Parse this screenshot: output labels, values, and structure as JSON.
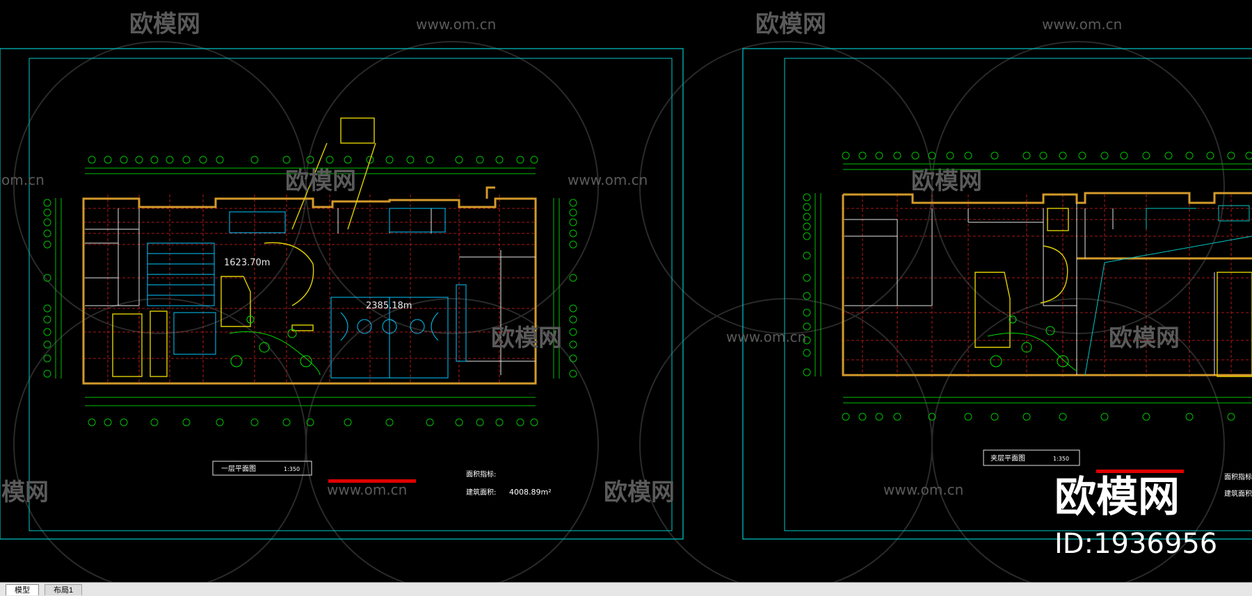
{
  "watermark": {
    "brand": "欧模网",
    "url": "www.om.cn",
    "url_partial": "om.cn",
    "brand_partial": "模网"
  },
  "badge": {
    "brand": "欧模网",
    "id": "ID:1936956"
  },
  "sheet_left": {
    "title": "一层平面图",
    "scale": "1:350",
    "area_label_1": "面积指标:",
    "area_label_2": "建筑面积:",
    "area_value": "4008.89m²",
    "room_area_1": "1623.70m",
    "room_area_2": "2385.18m"
  },
  "sheet_right": {
    "title": "夹层平面图",
    "scale": "1:350",
    "area_label_1": "面积指标",
    "area_label_2": "建筑面积"
  },
  "tabs": [
    {
      "label": "模型",
      "active": true
    },
    {
      "label": "布局1",
      "active": false
    }
  ],
  "colors": {
    "background": "#000000",
    "frame": "#00c8c8",
    "wall": "#d49a2a",
    "grid": "#e02020",
    "axis": "#00c000",
    "furniture": "#00c8ff",
    "accent_red": "#e00000"
  }
}
